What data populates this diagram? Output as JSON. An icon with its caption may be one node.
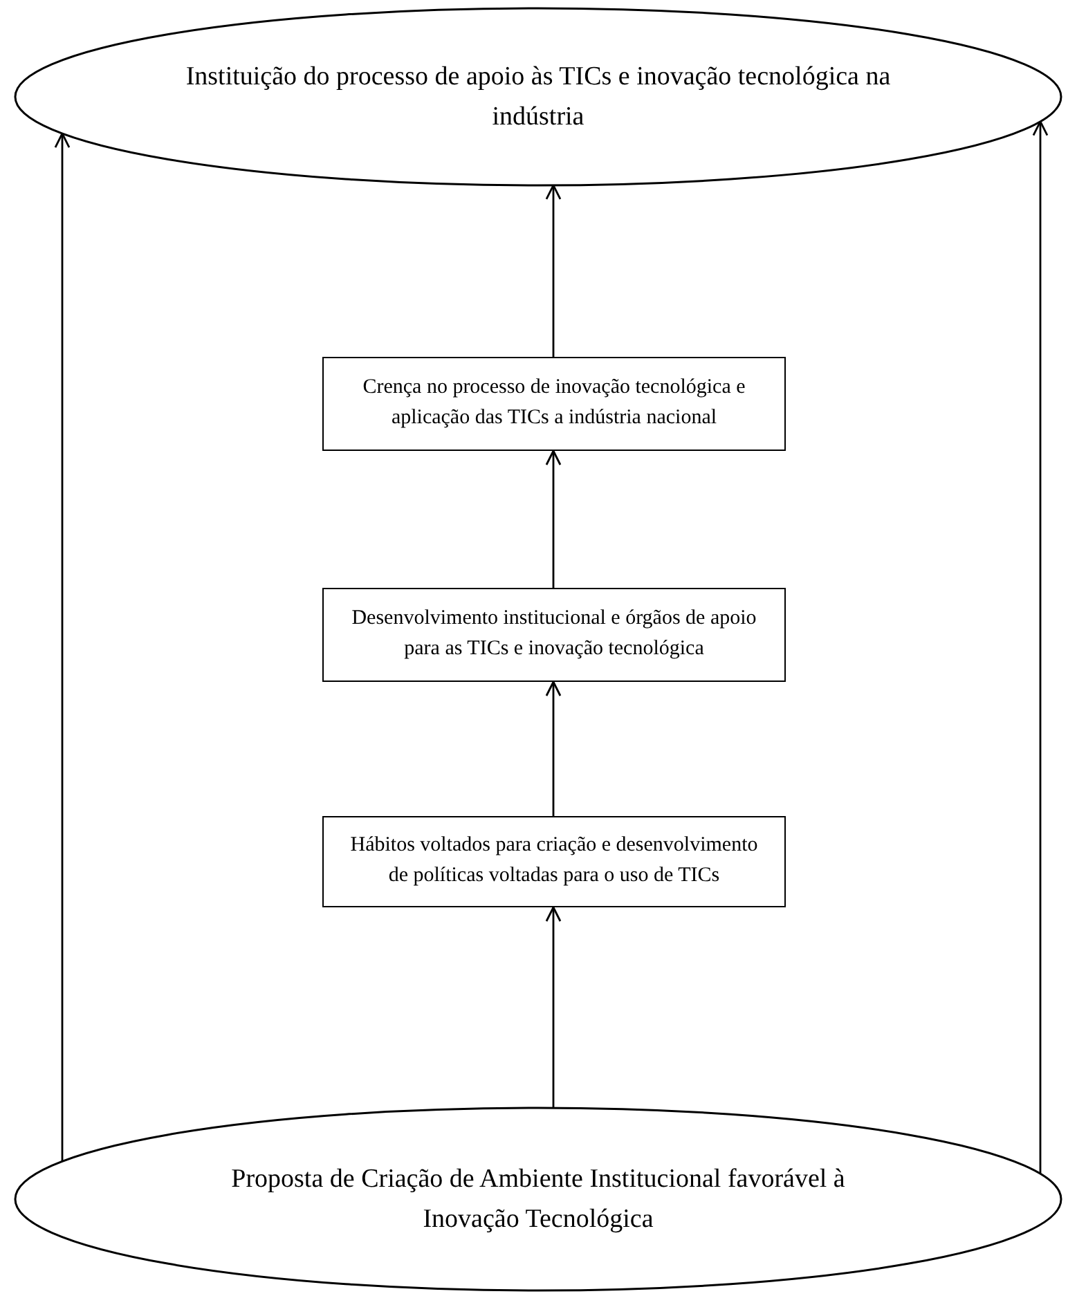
{
  "diagram": {
    "nodes": [
      {
        "text": [
          "Instituição do processo de apoio às TICs e inovação tecnológica na indústria"
        ]
      },
      {
        "text": [
          "Crença no processo de inovação tecnológica e aplicação das TICs a indústria nacional"
        ]
      },
      {
        "text": [
          "Desenvolvimento institucional e órgãos de apoio para as TICs e inovação tecnológica"
        ]
      },
      {
        "text": [
          "Hábitos voltados para criação e desenvolvimento de políticas voltadas para o uso de TICs"
        ]
      },
      {
        "text": [
          "Proposta de Criação de Ambiente Institucional favorável à Inovação Tecnológica"
        ]
      }
    ],
    "edges": [
      {
        "from": 1,
        "to": 0,
        "arrow": "to"
      },
      {
        "from": 2,
        "to": 1,
        "arrow": "to"
      },
      {
        "from": 3,
        "to": 2,
        "arrow": "to"
      },
      {
        "from": 4,
        "to": 3,
        "arrow": "to"
      },
      {
        "from": 4,
        "to": 0,
        "arrow": "to"
      },
      {
        "from": 4,
        "to": 0,
        "arrow": "to"
      }
    ]
  }
}
